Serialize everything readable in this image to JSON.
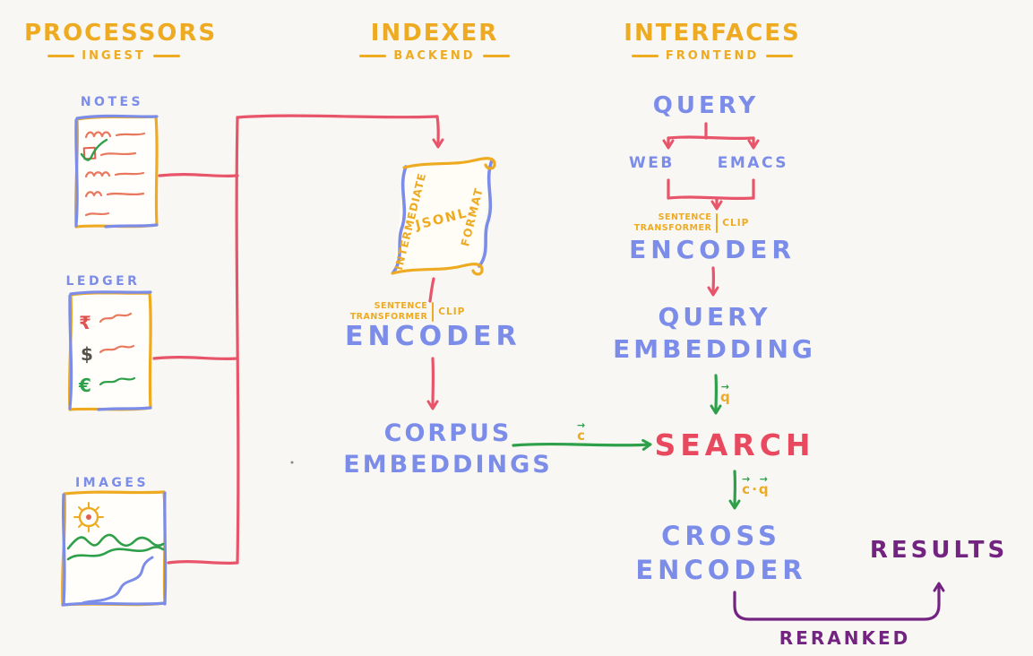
{
  "colors": {
    "background": "#f8f7f4",
    "yellow": "#eeab21",
    "blue": "#7c8de9",
    "red": "#e8556a",
    "green": "#2ea04a",
    "purple": "#732380"
  },
  "headers": [
    {
      "title": "PROCESSORS",
      "subtitle": "INGEST"
    },
    {
      "title": "INDEXER",
      "subtitle": "BACKEND"
    },
    {
      "title": "INTERFACES",
      "subtitle": "FRONTEND"
    }
  ],
  "processors": {
    "notes_label": "NOTES",
    "ledger_label": "LEDGER",
    "images_label": "IMAGES",
    "ledger_currency_inr": "₹",
    "ledger_currency_usd": "$",
    "ledger_currency_eur": "€"
  },
  "indexer": {
    "scroll_left_text": "INTERMEDIATE",
    "scroll_center_text": "JSONL",
    "scroll_right_text": "FORMAT",
    "model_line1": "SENTENCE",
    "model_line2": "TRANSFORMER",
    "model_alt": "CLIP",
    "encoder_label": "ENCODER",
    "corpus_line1": "CORPUS",
    "corpus_line2": "EMBEDDINGS"
  },
  "interfaces": {
    "query_label": "QUERY",
    "web_label": "WEB",
    "emacs_label": "EMACS",
    "model_line1": "SENTENCE",
    "model_line2": "TRANSFORMER",
    "model_alt": "CLIP",
    "encoder_label": "ENCODER",
    "query_embedding_line1": "QUERY",
    "query_embedding_line2": "EMBEDDING",
    "search_label": "SEARCH",
    "cross_encoder_line1": "CROSS",
    "cross_encoder_line2": "ENCODER",
    "results_label": "RESULTS",
    "reranked_label": "RERANKED"
  },
  "vectors": {
    "corpus": "c",
    "query": "q",
    "dot": "·",
    "arrow_glyph": "→"
  }
}
